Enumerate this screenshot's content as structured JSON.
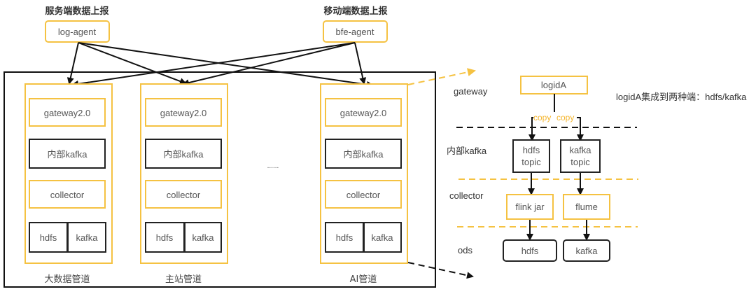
{
  "colors": {
    "accent_yellow": "#f5c242",
    "copy_text": "#f5b731",
    "line_black": "#111111"
  },
  "sources": [
    {
      "heading": "服务端数据上报",
      "agent": "log-agent"
    },
    {
      "heading": "移动端数据上报",
      "agent": "bfe-agent"
    }
  ],
  "pipelines": [
    {
      "caption": "大数据管道",
      "gateway": "gateway2.0",
      "kafka": "内部kafka",
      "collector": "collector",
      "sinks": [
        "hdfs",
        "kafka"
      ]
    },
    {
      "caption": "主站管道",
      "gateway": "gateway2.0",
      "kafka": "内部kafka",
      "collector": "collector",
      "sinks": [
        "hdfs",
        "kafka"
      ]
    },
    {
      "caption": "AI管道",
      "gateway": "gateway2.0",
      "kafka": "内部kafka",
      "collector": "collector",
      "sinks": [
        "hdfs",
        "kafka"
      ]
    }
  ],
  "ellipsis": "......",
  "detail": {
    "layers": [
      "gateway",
      "内部kafka",
      "collector",
      "ods"
    ],
    "logid_box": "logidA",
    "note": "logidA集成到两种端：hdfs/kafka",
    "copy_labels": [
      "copy",
      "copy"
    ],
    "topics": [
      {
        "line1": "hdfs",
        "line2": "topic"
      },
      {
        "line1": "kafka",
        "line2": "topic"
      }
    ],
    "collectors": [
      "flink jar",
      "flume"
    ],
    "ods": [
      "hdfs",
      "kafka"
    ]
  }
}
